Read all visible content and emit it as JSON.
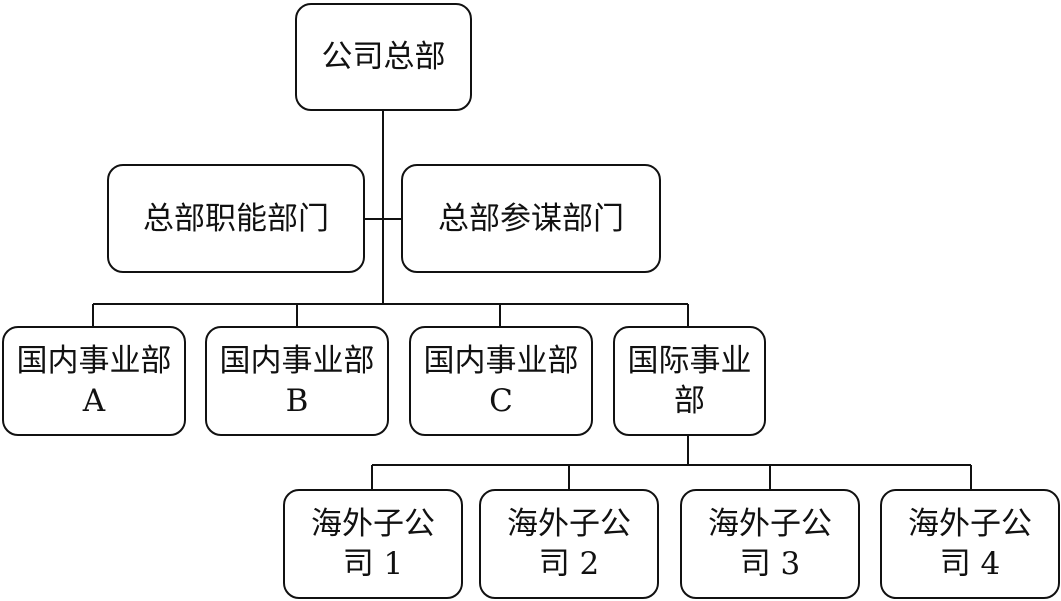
{
  "nodes": {
    "hq": "公司总部",
    "hq_functional": "总部职能部门",
    "hq_staff": "总部参谋部门",
    "domestic_a": {
      "line1": "国内事业部",
      "line2": "A"
    },
    "domestic_b": {
      "line1": "国内事业部",
      "line2": "B"
    },
    "domestic_c": {
      "line1": "国内事业部",
      "line2": "C"
    },
    "international": {
      "line1": "国际事业",
      "line2": "部"
    },
    "overseas_1": {
      "line1": "海外子公",
      "line2": "司 1"
    },
    "overseas_2": {
      "line1": "海外子公",
      "line2": "司 2"
    },
    "overseas_3": {
      "line1": "海外子公",
      "line2": "司 3"
    },
    "overseas_4": {
      "line1": "海外子公",
      "line2": "司 4"
    }
  }
}
